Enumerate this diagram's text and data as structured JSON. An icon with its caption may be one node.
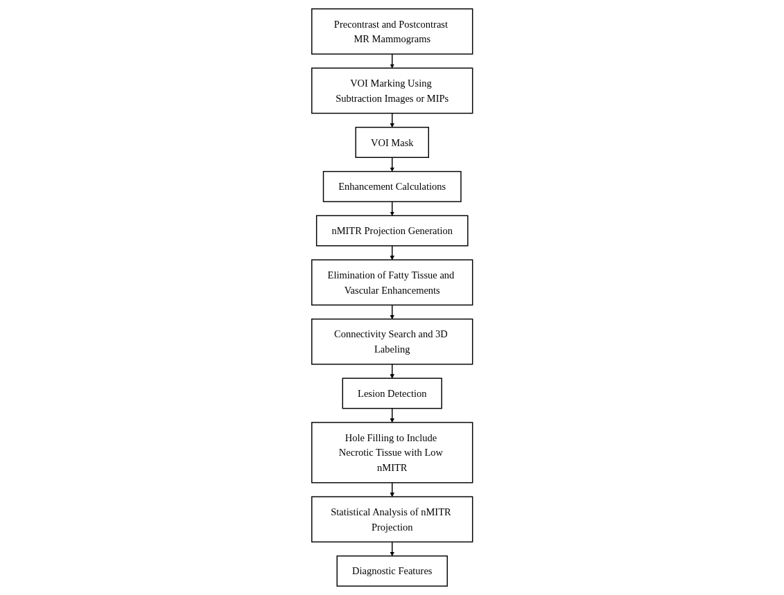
{
  "diagram": {
    "nodes": [
      {
        "text": [
          "Precontrast and Postcontrast MR Mammograms"
        ]
      },
      {
        "text": [
          "VOI Marking Using Subtraction Images or MIPs"
        ]
      },
      {
        "text": [
          "VOI Mask"
        ]
      },
      {
        "text": [
          "Enhancement Calculations"
        ]
      },
      {
        "text": [
          "nMITR Projection Generation"
        ]
      },
      {
        "text": [
          "Elimination of Fatty Tissue and Vascular Enhancements"
        ]
      },
      {
        "text": [
          "Connectivity Search and 3D Labeling"
        ]
      },
      {
        "text": [
          "Lesion Detection"
        ]
      },
      {
        "text": [
          "Hole Filling to Include Necrotic Tissue with Low nMITR"
        ]
      },
      {
        "text": [
          "Statistical Analysis of nMITR Projection"
        ]
      },
      {
        "text": [
          "Diagnostic Features"
        ]
      }
    ],
    "edges": [
      {
        "from": 0,
        "to": 1,
        "arrow": "to"
      },
      {
        "from": 1,
        "to": 2,
        "arrow": "to"
      },
      {
        "from": 2,
        "to": 3,
        "arrow": "to"
      },
      {
        "from": 3,
        "to": 4,
        "arrow": "to"
      },
      {
        "from": 4,
        "to": 5,
        "arrow": "to"
      },
      {
        "from": 5,
        "to": 6,
        "arrow": "to"
      },
      {
        "from": 6,
        "to": 7,
        "arrow": "to"
      },
      {
        "from": 7,
        "to": 8,
        "arrow": "to"
      },
      {
        "from": 8,
        "to": 9,
        "arrow": "to"
      },
      {
        "from": 9,
        "to": 10,
        "arrow": "to"
      }
    ]
  }
}
